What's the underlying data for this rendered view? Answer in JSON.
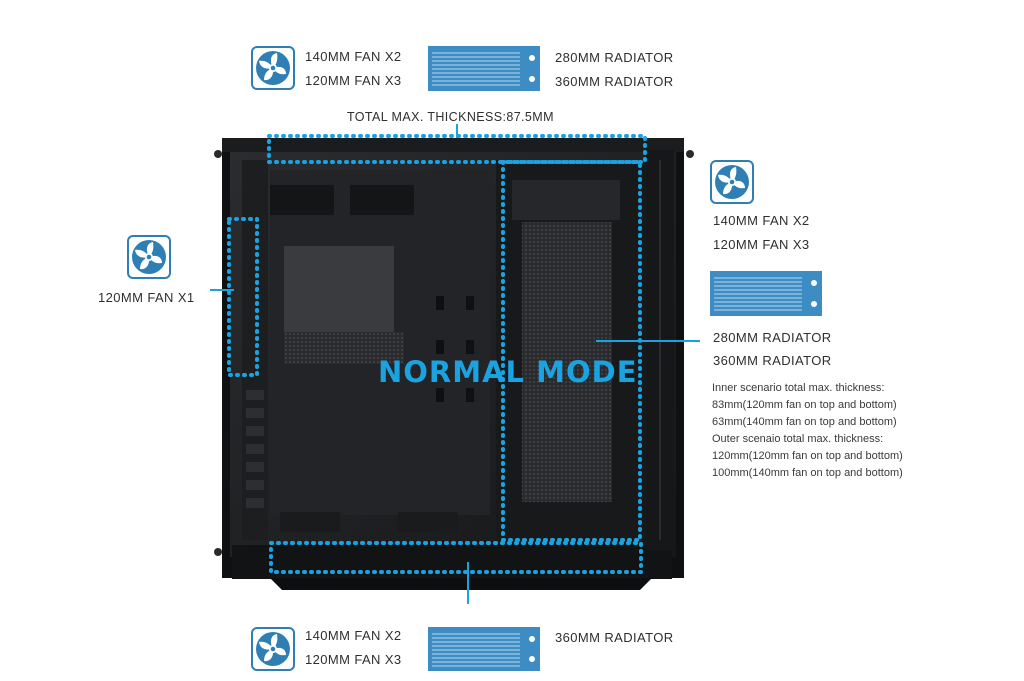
{
  "top": {
    "fan_lines": [
      "140MM FAN X2",
      "120MM FAN X3"
    ],
    "radiator_lines": [
      "280MM RADIATOR",
      "360MM RADIATOR"
    ],
    "thickness_label": "TOTAL MAX. THICKNESS:87.5MM"
  },
  "left": {
    "fan_label": "120MM FAN X1"
  },
  "right": {
    "fan_lines": [
      "140MM FAN X2",
      "120MM FAN X3"
    ],
    "radiator_lines": [
      "280MM RADIATOR",
      "360MM RADIATOR"
    ],
    "notes": [
      "Inner scenario total max. thickness:",
      "83mm(120mm fan on top and bottom)",
      "63mm(140mm fan on top and bottom)",
      "Outer scenaio total max. thickness:",
      "120mm(120mm fan on top and bottom)",
      "100mm(140mm fan on top and bottom)"
    ]
  },
  "bottom": {
    "fan_lines": [
      "140MM FAN X2",
      "120MM FAN X3"
    ],
    "radiator_lines": [
      "360MM RADIATOR"
    ]
  },
  "mode_label": "NORMAL MODE",
  "colors": {
    "accent": "#1aa3e0",
    "icon_blue": "#2f7fb5",
    "radiator_blue": "#3d8cc4",
    "case_dark": "#1e1f21"
  },
  "icons": {
    "fan": "fan-icon",
    "radiator": "radiator-icon"
  }
}
